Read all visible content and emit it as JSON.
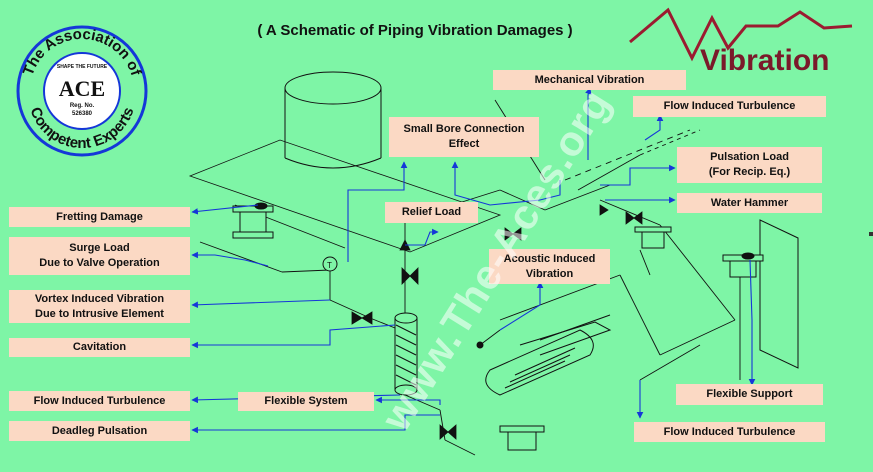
{
  "title": "( A Schematic of Piping Vibration Damages )",
  "watermark": "www.The-Aces.org",
  "logo_ace": {
    "ring_text_top": "The Association of",
    "ring_text_bottom": "Competent Experts",
    "tagline": "SHAPE THE FUTURE",
    "name": "ACE",
    "reg_label": "Reg. No.",
    "reg_number": "526380"
  },
  "logo_vibration": {
    "text": "Vibration",
    "colors": {
      "wave": "#9b1b30",
      "text": "#7a1a2a"
    }
  },
  "labels": {
    "mechanical_vibration": "Mechanical Vibration",
    "flow_turbulence_top": "Flow Induced Turbulence",
    "small_bore": "Small Bore Connection\nEffect",
    "pulsation_load": "Pulsation Load\n(For Recip. Eq.)",
    "water_hammer": "Water Hammer",
    "relief_load": "Relief Load",
    "fretting_damage": "Fretting Damage",
    "surge_load": "Surge Load\nDue to Valve Operation",
    "acoustic_vibration": "Acoustic Induced\nVibration",
    "vortex_vibration": "Vortex Induced Vibration\nDue to Intrusive Element",
    "cavitation": "Cavitation",
    "flow_turbulence_left": "Flow Induced Turbulence",
    "flexible_system": "Flexible System",
    "flexible_support": "Flexible Support",
    "deadleg_pulsation": "Deadleg Pulsation",
    "flow_turbulence_bottom": "Flow Induced Turbulence"
  },
  "colors": {
    "background": "#7ef5a6",
    "label_fill": "#fbd9c4",
    "arrow": "#1537d8",
    "pipe": "#111111"
  }
}
